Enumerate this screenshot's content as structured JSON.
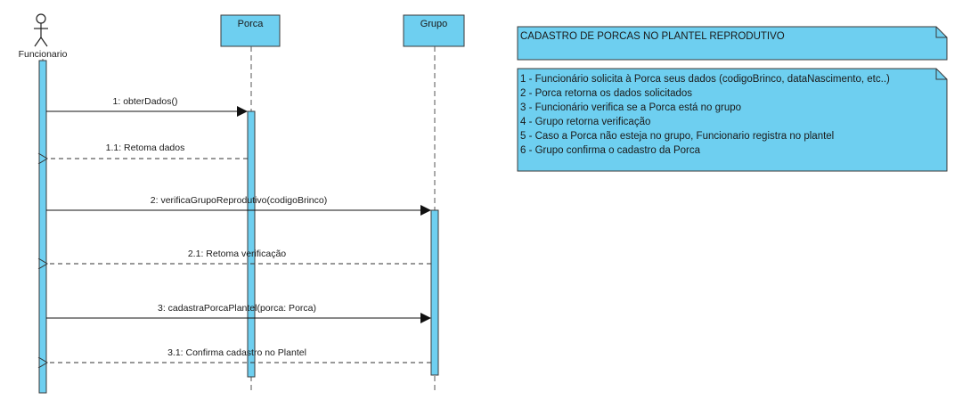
{
  "diagram": {
    "colors": {
      "fill": "#6ecff0",
      "stroke": "#3a3a3a",
      "lifeline": "#555555",
      "text": "#1a1a1a"
    },
    "actor": {
      "name": "Funcionario",
      "icon": "stick-figure-icon"
    },
    "lifelines": [
      {
        "id": "porca",
        "name": "Porca"
      },
      {
        "id": "grupo",
        "name": "Grupo"
      }
    ],
    "messages": [
      {
        "id": "m1",
        "label": "1: obterDados()",
        "type": "sync"
      },
      {
        "id": "m11",
        "label": "1.1: Retoma dados",
        "type": "return"
      },
      {
        "id": "m2",
        "label": "2: verificaGrupoReprodutivo(codigoBrinco)",
        "type": "sync"
      },
      {
        "id": "m21",
        "label": "2.1: Retoma verificação",
        "type": "return"
      },
      {
        "id": "m3",
        "label": "3: cadastraPorcaPlantel(porca: Porca)",
        "type": "sync"
      },
      {
        "id": "m31",
        "label": "3.1: Confirma cadastro no Plantel",
        "type": "return"
      }
    ],
    "notes": {
      "title": "CADASTRO DE PORCAS NO PLANTEL REPRODUTIVO",
      "steps": [
        "1 - Funcionário solicita à Porca seus dados (codigoBrinco, dataNascimento, etc..)",
        "2 - Porca retorna os dados solicitados",
        "3 - Funcionário verifica se a Porca está no grupo",
        "4 - Grupo retorna verificação",
        "5 - Caso a Porca não esteja no grupo, Funcionario registra no plantel",
        "6 - Grupo confirma o cadastro da Porca"
      ]
    }
  }
}
